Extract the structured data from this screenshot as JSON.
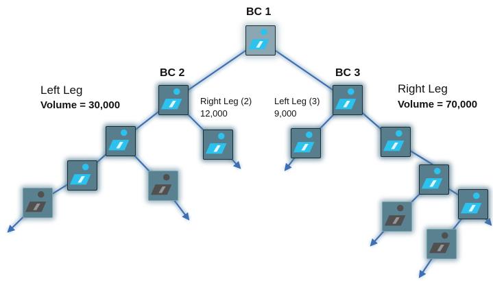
{
  "bc1": {
    "label": "BC 1"
  },
  "bc2": {
    "label": "BC 2"
  },
  "bc3": {
    "label": "BC 3"
  },
  "left_leg": {
    "title": "Left Leg",
    "volume": "Volume = 30,000"
  },
  "right_leg": {
    "title": "Right Leg",
    "volume": "Volume = 70,000"
  },
  "bc2_right_leg": {
    "title": "Right Leg (2)",
    "volume": "12,000"
  },
  "bc3_left_leg": {
    "title": "Left Leg (3)",
    "volume": "9,000"
  },
  "colors": {
    "line": "#3f6fb3",
    "active_icon": "#2bc2ee",
    "inactive_icon": "#505050",
    "node_glow": "#5a8190"
  },
  "icon": "person-logo-icon"
}
